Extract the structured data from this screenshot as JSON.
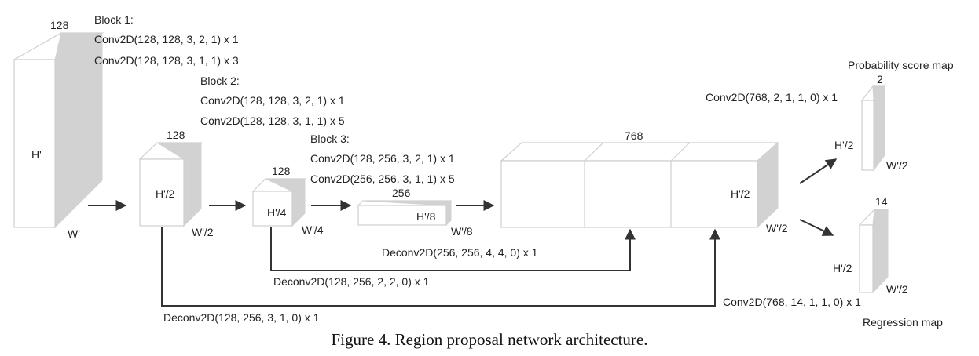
{
  "blocks": {
    "block1": {
      "title": "Block 1:",
      "line1": "Conv2D(128, 128, 3, 2, 1) x 1",
      "line2": "Conv2D(128, 128, 3, 1, 1) x 3"
    },
    "block2": {
      "title": "Block 2:",
      "line1": "Conv2D(128, 128, 3, 2, 1) x 1",
      "line2": "Conv2D(128, 128, 3, 1, 1) x 5"
    },
    "block3": {
      "title": "Block 3:",
      "line1": "Conv2D(128, 256, 3, 2, 1) x 1",
      "line2": "Conv2D(256, 256, 3, 1, 1) x 5"
    }
  },
  "volumes": {
    "input": {
      "channels": "128",
      "height": "H'",
      "width": "W'"
    },
    "b1": {
      "channels": "128",
      "height": "H'/2",
      "width": "W'/2"
    },
    "b2": {
      "channels": "128",
      "height": "H'/4",
      "width": "W'/4"
    },
    "b3": {
      "channels": "256",
      "height": "H'/8",
      "width": "W'/8"
    },
    "concat": {
      "channels": "768",
      "height": "H'/2",
      "width": "W'/2"
    },
    "prob": {
      "channels": "2",
      "height": "H'/2",
      "width": "W'/2"
    },
    "reg": {
      "channels": "14",
      "height": "H'/2",
      "width": "W'/2"
    }
  },
  "deconvs": {
    "d3": "Deconv2D(256, 256, 4, 4, 0) x 1",
    "d2": "Deconv2D(128, 256, 2, 2, 0) x 1",
    "d1": "Deconv2D(128, 256, 3, 1, 0) x 1"
  },
  "heads": {
    "prob_conv": "Conv2D(768, 2, 1, 1, 0) x 1",
    "prob_title": "Probability score map",
    "reg_conv": "Conv2D(768, 14, 1, 1, 0) x 1",
    "reg_title": "Regression map"
  },
  "caption": "Figure 4. Region proposal network architecture."
}
